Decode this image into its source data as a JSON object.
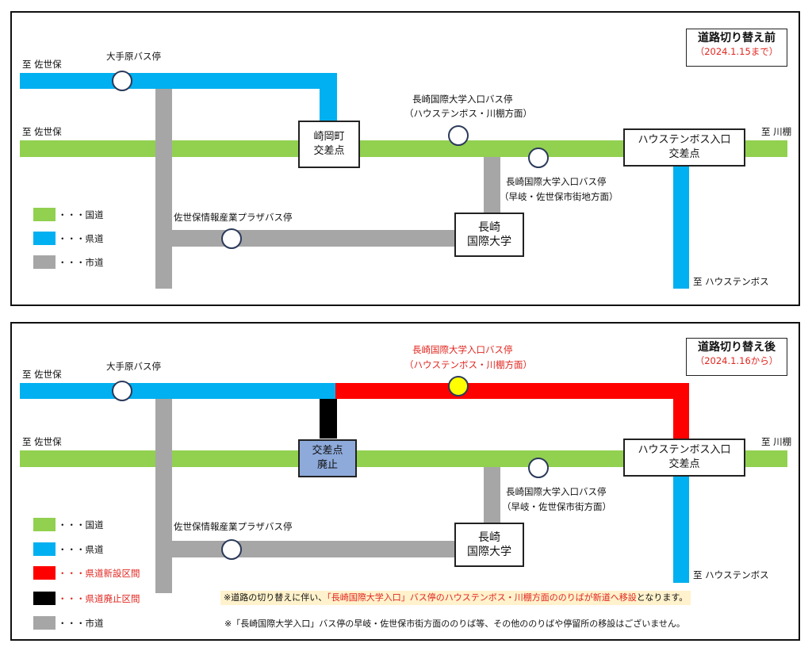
{
  "colors": {
    "national": "#92d050",
    "prefectural": "#00b0f0",
    "city": "#a6a6a6",
    "new_section": "#ff0000",
    "abolished_section": "#000000",
    "highlight_stop": "#ffff00",
    "closed_box": "#8eaadb"
  },
  "before": {
    "title": "道路切り替え前",
    "subtitle": "（2024.1.15まで）",
    "to_sasebo_top": "至 佐世保",
    "to_sasebo_mid": "至 佐世保",
    "to_kawatana": "至 川棚",
    "to_huis_ten_bosch": "至 ハウステンボス",
    "stop_otebaru": "大手原バス停",
    "stop_nias_1_name": "長崎国際大学入口バス停",
    "stop_nias_1_dir": "（ハウステンボス・川棚方面）",
    "stop_nias_2_name": "長崎国際大学入口バス停",
    "stop_nias_2_dir": "（早岐・佐世保市街地方面）",
    "stop_plaza": "佐世保情報産業プラザバス停",
    "box_sakioka_1": "崎岡町",
    "box_sakioka_2": "交差点",
    "box_htb_1": "ハウステンボス入口",
    "box_htb_2": "交差点",
    "box_univ_1": "長崎",
    "box_univ_2": "国際大学",
    "legend": [
      {
        "label": "・・・国道"
      },
      {
        "label": "・・・県道"
      },
      {
        "label": "・・・市道"
      }
    ]
  },
  "after": {
    "title": "道路切り替え後",
    "subtitle": "（2024.1.16から）",
    "to_sasebo_top": "至 佐世保",
    "to_sasebo_mid": "至 佐世保",
    "to_kawatana": "至 川棚",
    "to_huis_ten_bosch": "至 ハウステンボス",
    "stop_otebaru": "大手原バス停",
    "stop_new_name": "長崎国際大学入口バス停",
    "stop_new_dir": "（ハウステンボス・川棚方面）",
    "stop_nias_2_name": "長崎国際大学入口バス停",
    "stop_nias_2_dir": "（早岐・佐世保市街方面）",
    "stop_plaza": "佐世保情報産業プラザバス停",
    "box_closed_1": "交差点",
    "box_closed_2": "廃止",
    "box_htb_1": "ハウステンボス入口",
    "box_htb_2": "交差点",
    "box_univ_1": "長崎",
    "box_univ_2": "国際大学",
    "legend": [
      {
        "label": "・・・国道"
      },
      {
        "label": "・・・県道"
      },
      {
        "label": "・・・県道新設区間"
      },
      {
        "label": "・・・県道廃止区間"
      },
      {
        "label": "・・・市道"
      }
    ],
    "note1_a": "※道路の切り替えに伴い、",
    "note1_b": "「長崎国際大学入口」バス停のハウステンボス・川棚方面ののりばが新道へ移設",
    "note1_c": "となります。",
    "note2": "※「長崎国際大学入口」バス停の早岐・佐世保市街方面ののりば等、その他ののりばや停留所の移設はございません。"
  }
}
